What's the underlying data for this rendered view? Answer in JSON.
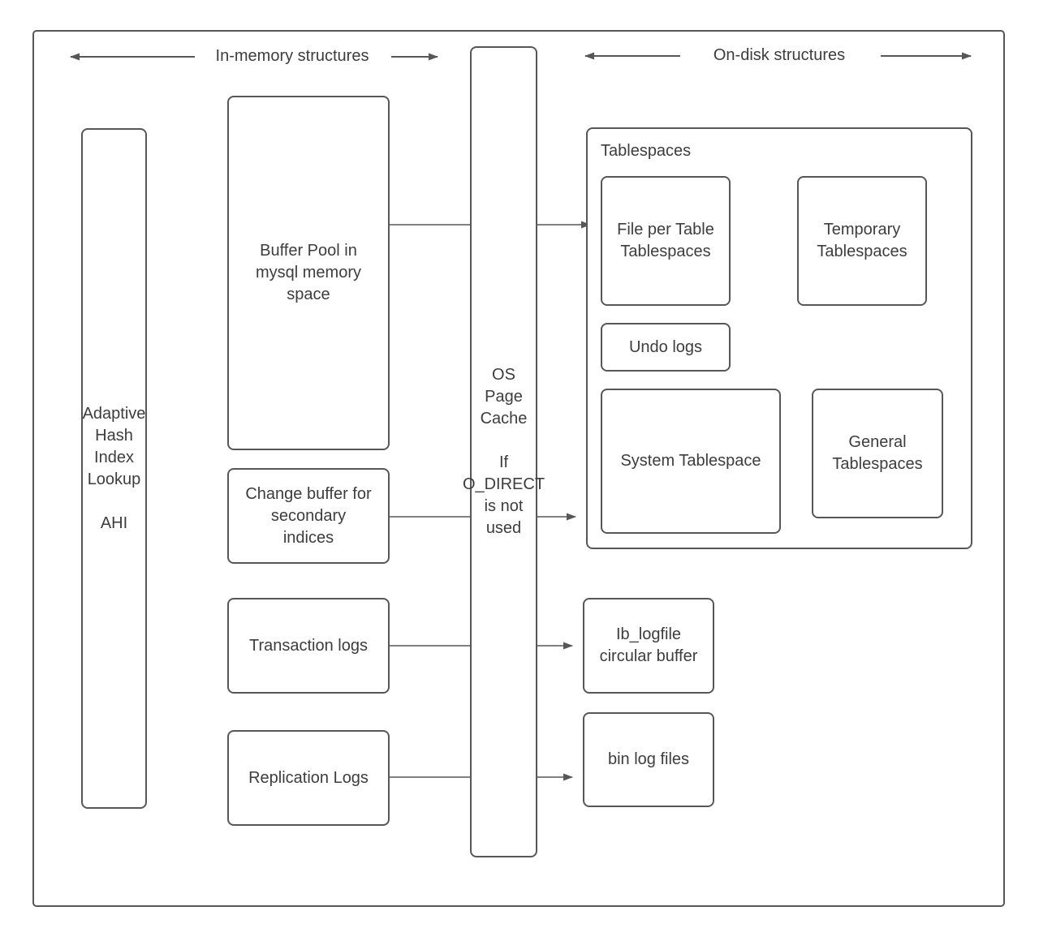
{
  "diagram": {
    "colors": {
      "stroke": "#575757",
      "text": "#3d3d3d",
      "background": "#ffffff"
    },
    "headers": {
      "in_memory": {
        "label": "In-memory structures"
      },
      "on_disk": {
        "label": "On-disk structures"
      }
    },
    "nodes": {
      "adaptive_hash_index": {
        "label": "Adaptive\nHash\nIndex\nLookup\n\nAHI"
      },
      "buffer_pool": {
        "label": "Buffer Pool in\nmysql memory\nspace"
      },
      "change_buffer": {
        "label": "Change buffer for\nsecondary\nindices"
      },
      "transaction_logs": {
        "label": "Transaction logs"
      },
      "replication_logs": {
        "label": "Replication Logs"
      },
      "os_page_cache": {
        "label": "OS\nPage\nCache\n\nIf\nO_DIRECT\nis not\nused"
      },
      "tablespaces_group": {
        "label": "Tablespaces"
      },
      "file_per_table": {
        "label": "File per Table\nTablespaces"
      },
      "temporary_tablespaces": {
        "label": "Temporary\nTablespaces"
      },
      "undo_logs": {
        "label": "Undo logs"
      },
      "system_tablespace": {
        "label": "System Tablespace"
      },
      "general_tablespaces": {
        "label": "General\nTablespaces"
      },
      "ib_logfile": {
        "label": "Ib_logfile\ncircular buffer"
      },
      "bin_log_files": {
        "label": "bin log files"
      }
    },
    "connections": [
      {
        "from": "buffer_pool",
        "to": "file_per_table"
      },
      {
        "from": "change_buffer",
        "to": "tablespaces_group"
      },
      {
        "from": "transaction_logs",
        "to": "ib_logfile"
      },
      {
        "from": "replication_logs",
        "to": "bin_log_files"
      }
    ]
  }
}
